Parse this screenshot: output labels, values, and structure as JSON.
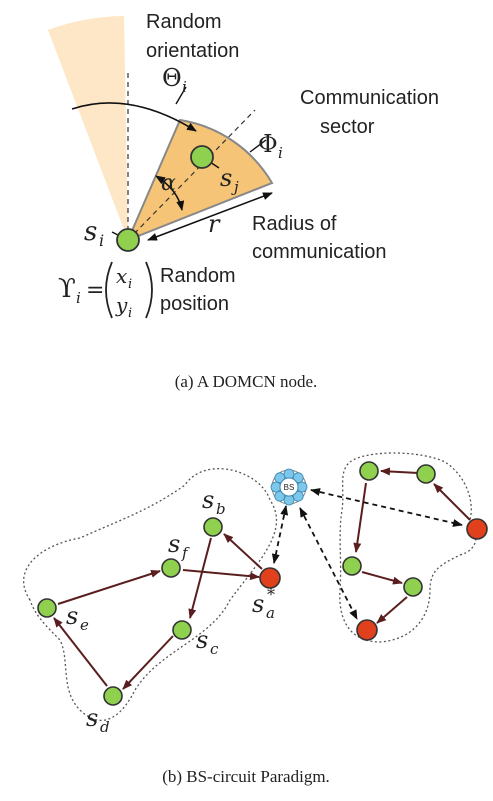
{
  "panel_a": {
    "labels": {
      "random_orientation_1": "Random",
      "random_orientation_2": "orientation",
      "theta": "Θ",
      "theta_sub": "i",
      "communication_1": "Communication",
      "communication_2": "sector",
      "phi": "Φ",
      "phi_sub": "i",
      "alpha": "α",
      "r": "r",
      "radius_1": "Radius of",
      "radius_2": "communication",
      "s_i": "s",
      "s_i_sub": "i",
      "s_j": "s",
      "s_j_sub": "j",
      "upsilon": "ϒ",
      "upsilon_sub": "i",
      "equals": "=",
      "x": "x",
      "x_sub": "i",
      "y": "y",
      "y_sub": "i",
      "random_position_1": "Random",
      "random_position_2": "position"
    },
    "caption": "(a) A DOMCN node."
  },
  "panel_b": {
    "labels": {
      "bs": "BS",
      "s_b": "s",
      "s_b_sub": "b",
      "s_f": "s",
      "s_f_sub": "f",
      "s_e": "s",
      "s_e_sub": "e",
      "s_c": "s",
      "s_c_sub": "c",
      "s_d": "s",
      "s_d_sub": "d",
      "s_a": "s",
      "s_a_sub": "a",
      "s_a_sup": "*"
    },
    "caption": "(b) BS-circuit Paradigm."
  },
  "colors": {
    "node_green": "#8fd14f",
    "node_red": "#e0401c",
    "sector_fill": "#f6c477",
    "sector_fill_light": "#fde5c0",
    "bs_blue": "#7cc7ea",
    "arrow": "#5a1e1e"
  }
}
